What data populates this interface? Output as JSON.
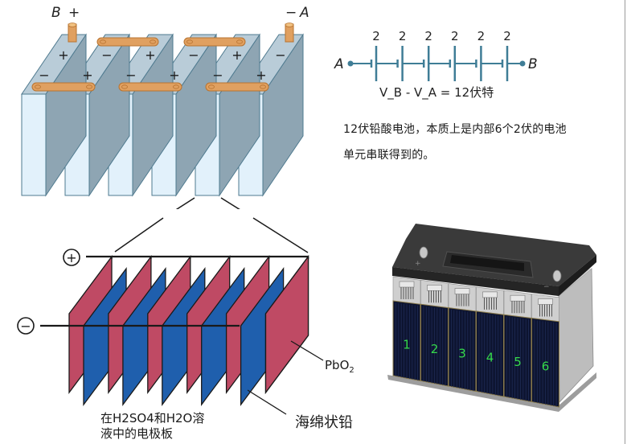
{
  "cell_stack": {
    "label_b": "B",
    "label_b_sign": "+",
    "label_a": "A",
    "label_a_sign": "−",
    "cell_count": 6,
    "top_signs": [
      {
        "back": "+",
        "front": "−"
      },
      {
        "back": "−",
        "front": "+"
      },
      {
        "back": "+",
        "front": "−"
      },
      {
        "back": "−",
        "front": "+"
      },
      {
        "back": "+",
        "front": "−"
      },
      {
        "back": "−",
        "front": "+"
      }
    ],
    "colors": {
      "front": "#e2f1fb",
      "side": "#8ea5b3",
      "top": "#b9ccd8",
      "edge": "#4f7a8f",
      "copper": "#e0a060"
    }
  },
  "circuit": {
    "node_a": "A",
    "node_b": "B",
    "cell_voltages": [
      "2",
      "2",
      "2",
      "2",
      "2",
      "2"
    ],
    "equation": "V_B - V_A = 12伏特",
    "color": "#3f7d96"
  },
  "description": {
    "line1": "12伏铅酸电池，本质上是内部6个2伏的电池",
    "line2": "单元串联得到的。"
  },
  "electrode_diagram": {
    "positive_symbol": "+",
    "negative_symbol": "−",
    "pbo2_label_main": "PbO",
    "pbo2_label_sub": "2",
    "sponge_lead_label": "海绵状铅",
    "caption_line1": "在H2SO4和H2O溶",
    "caption_line2": "液中的电极板",
    "positive_plate_count": 6,
    "negative_plate_count": 5,
    "colors": {
      "positive": "#bf4a64",
      "negative": "#1f5fad",
      "outline": "#1a1a1a"
    }
  },
  "battery_photo": {
    "cell_numbers": [
      "1",
      "2",
      "3",
      "4",
      "5",
      "6"
    ],
    "number_color": "#35d94a",
    "terminal_pos_mark": "+",
    "terminal_neg_mark": "−"
  }
}
